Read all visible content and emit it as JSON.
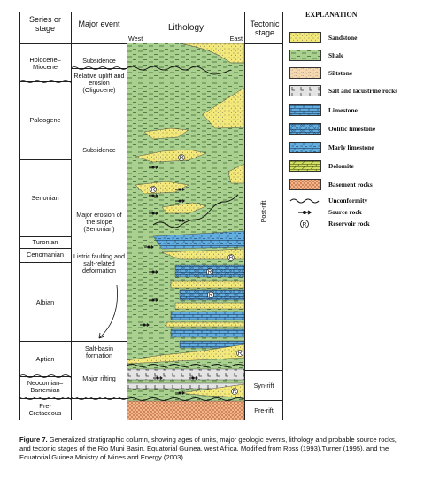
{
  "headers": {
    "series": "Series or stage",
    "event": "Major event",
    "lithology": "Lithology",
    "west": "West",
    "east": "East",
    "tectonic": "Tectonic stage"
  },
  "stages": [
    "Holocene–Miocene",
    "Paleogene",
    "Senonian",
    "Turonian",
    "Cenomanian",
    "Albian",
    "Aptian",
    "Neocomian–Barremian",
    "Pre-Cretaceous"
  ],
  "events": [
    "Subsidence",
    "Relative uplift and erosion (Oligocene)",
    "Subsidence",
    "Major erosion of the slope (Senonian)",
    "Listric faulting and salt-related deformation",
    "Salt-basin formation",
    "Major rifting"
  ],
  "tectonic": [
    "Post-rift",
    "Syn-rift",
    "Pre-rift"
  ],
  "legend": {
    "title": "EXPLANATION",
    "items": [
      {
        "label": "Sandstone",
        "icon": "sandstone-swatch"
      },
      {
        "label": "Shale",
        "icon": "shale-swatch"
      },
      {
        "label": "Siltstone",
        "icon": "siltstone-swatch"
      },
      {
        "label": "Salt and lacustrine rocks",
        "icon": "salt-swatch"
      },
      {
        "label": "Limestone",
        "icon": "limestone-swatch"
      },
      {
        "label": "Oolitic limestone",
        "icon": "oolitic-limestone-swatch"
      },
      {
        "label": "Marly limestone",
        "icon": "marly-limestone-swatch"
      },
      {
        "label": "Dolomite",
        "icon": "dolomite-swatch"
      },
      {
        "label": "Basement rocks",
        "icon": "basement-swatch"
      },
      {
        "label": "Unconformity",
        "icon": "unconformity-symbol"
      },
      {
        "label": "Source rock",
        "icon": "source-rock-symbol"
      },
      {
        "label": "Reservoir rock",
        "icon": "reservoir-rock-symbol"
      }
    ]
  },
  "colors": {
    "shale": "#a9d08e",
    "sandstone": "#f3e87a",
    "siltstone": "#f6d9b0",
    "salt": "#e4e4e4",
    "limestone": "#63aee0",
    "dolomite": "#d4e066",
    "basement": "#f2b48a"
  },
  "caption": {
    "label": "Figure 7.",
    "text": "Generalized stratigraphic column, showing ages of units, major geologic events, lithology and probable source rocks, and tectonic stages of the Rio Muni Basin, Equatorial Guinea, west Africa. Modified from Ross (1993),Turner (1995), and the Equatorial Guinea Ministry of Mines and Energy (2003)."
  }
}
